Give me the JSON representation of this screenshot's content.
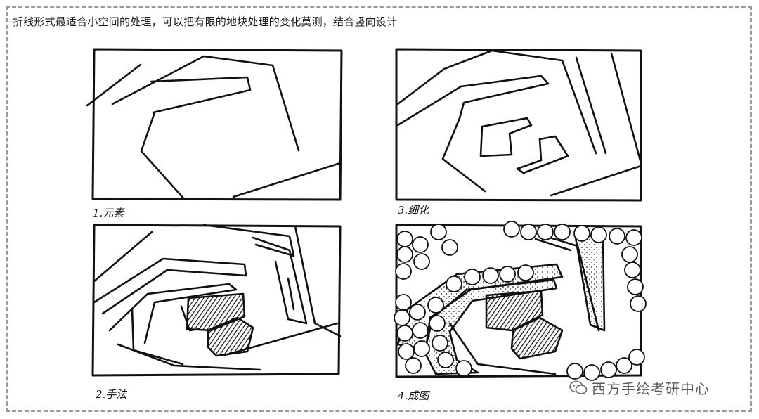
{
  "caption": "折线形式最适合小空间的处理，可以把有限的地块处理的变化莫测，结合竖向设计",
  "panels": [
    {
      "label": "1.元素"
    },
    {
      "label": "3.细化"
    },
    {
      "label": "2.手法"
    },
    {
      "label": "4.成图"
    }
  ],
  "watermark": {
    "text": "西方手绘考研中心",
    "icon": "wechat-icon"
  }
}
